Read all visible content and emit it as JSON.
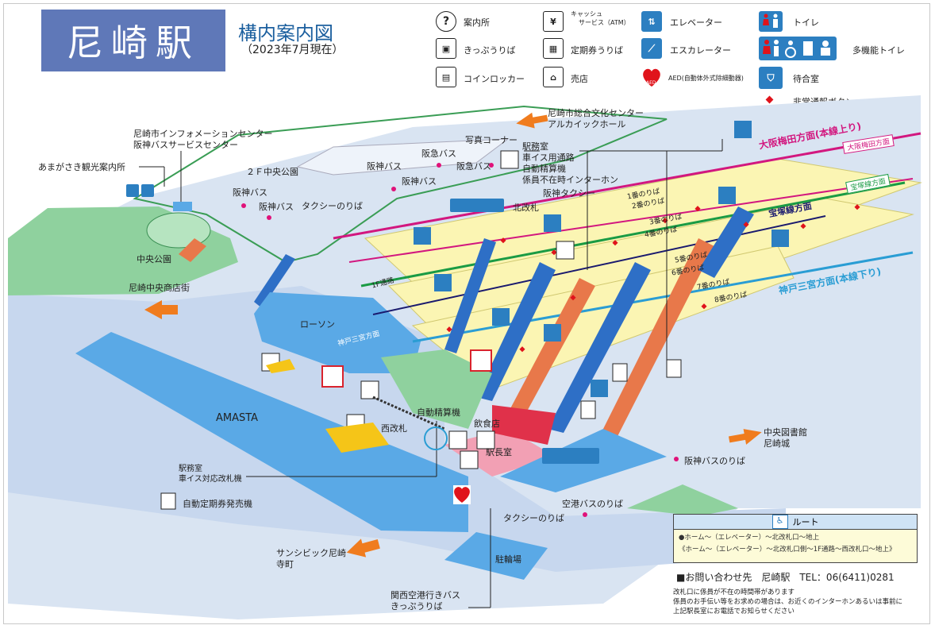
{
  "header": {
    "station_name": "尼崎駅",
    "map_title": "構内案内図",
    "date_note": "（2023年7月現在）"
  },
  "legend": {
    "information": "案内所",
    "ticket_sales": "きっぷうりば",
    "coin_locker": "コインロッカー",
    "atm": "キャッシュ\nサービス（ATM）",
    "atm_line1": "キャッシュ",
    "atm_line2": "サービス（ATM）",
    "commuter_pass": "定期券うりば",
    "shop": "売店",
    "elevator": "エレベーター",
    "escalator": "エスカレーター",
    "aed": "AED(自動体外式除細動器)",
    "toilet": "トイレ",
    "multi_toilet": "多機能トイレ",
    "waiting_room": "待合室",
    "emergency_button": "非常通報ボタン"
  },
  "map_labels": {
    "amagasaki_info_center_1": "尼崎市インフォメーションセンター",
    "amagasaki_info_center_2": "阪神バスサービスセンター",
    "amagasaki_tourism": "あまがさき観光案内所",
    "central_park": "中央公園",
    "second_floor_park": "２Ｆ中央公園",
    "shopping_street": "尼崎中央商店街",
    "lawson": "ローソン",
    "amasta": "AMASTA",
    "culture_center_1": "尼崎市総合文化センター",
    "culture_center_2": "アルカイックホール",
    "photo_corner": "写真コーナー",
    "station_office_block_1": "駅務室",
    "station_office_block_2": "車イス用通路",
    "station_office_block_3": "自動精算機",
    "station_office_block_4": "係員不在時インターホン",
    "hanshin_taxi": "阪神タクシー",
    "north_gate": "北改札",
    "west_gate": "西改札",
    "auto_fare_adjust": "自動精算機",
    "restaurant": "飲食店",
    "station_master": "駅長室",
    "station_office_wheelchair_1": "駅務室",
    "station_office_wheelchair_2": "車イス対応改札機",
    "auto_pass_machine": "自動定期券発売機",
    "central_library_1": "中央図書館",
    "central_library_2": "尼崎城",
    "hanshin_bus_stop": "阪神バスのりば",
    "airport_bus_stop": "空港バスのりば",
    "taxi_stop": "タクシーのりば",
    "bicycle_parking": "駐輪場",
    "sun_civic_1": "サンシビック尼崎",
    "sun_civic_2": "寺町",
    "kansai_airport_bus_1": "関西空港行きバス",
    "kansai_airport_bus_2": "きっぷうりば",
    "passage_1f": "1F通路",
    "to_kobe_sannomiya_small": "神戸三宮方面",
    "hanshin_bus": "阪神バス",
    "hankyu_bus": "阪急バス",
    "taxi_upper": "タクシーのりば",
    "platform_1": "1番のりば",
    "platform_2": "2番のりば",
    "platform_3": "3番のりば",
    "platform_4": "4番のりば",
    "platform_5": "5番のりば",
    "platform_6": "6番のりば",
    "platform_7": "7番のりば",
    "platform_8": "8番のりば"
  },
  "line_labels": {
    "osaka_up": "大阪梅田方面(本線上り)",
    "osaka_up_small": "大阪梅田方面",
    "takarazuka": "宝塚線方面",
    "takarazuka_small": "宝塚線方面",
    "kobe_down": "神戸三宮方面(本線下り)"
  },
  "route": {
    "header": "ルート",
    "line1": "●ホーム～（エレベーター）～北改札口～地上",
    "line2": "《ホーム～（エレベーター）～北改札口側～1F通路～西改札口～地上》"
  },
  "contact": {
    "text": "■お問い合わせ先　尼崎駅　TEL：06(6411)0281"
  },
  "notes": {
    "line1": "改札口に係員が不在の時間帯があります",
    "line2": "係員のお手伝い等をお求めの場合は、お近くのインターホンあるいは事前に",
    "line3": "上記駅長室にお電話でお知らせください"
  },
  "colors": {
    "header_bg": "#5f78b8",
    "title_text": "#1b5f9e",
    "park_green": "#8fd19e",
    "building_blue": "#5aa9e6",
    "platform_yellow": "#fbf5b3",
    "ground_gray": "#d9e4f2",
    "line_osaka": "#d2177f",
    "line_takarazuka": "#1a9b44",
    "line_kobe": "#2a9dd4",
    "escalator_blue": "#2e6fc6",
    "stairs_orange": "#e8784a",
    "station_master_pink": "#f2a0b4",
    "emergency_red": "#e0131b",
    "arrow_orange": "#f07c1e"
  }
}
